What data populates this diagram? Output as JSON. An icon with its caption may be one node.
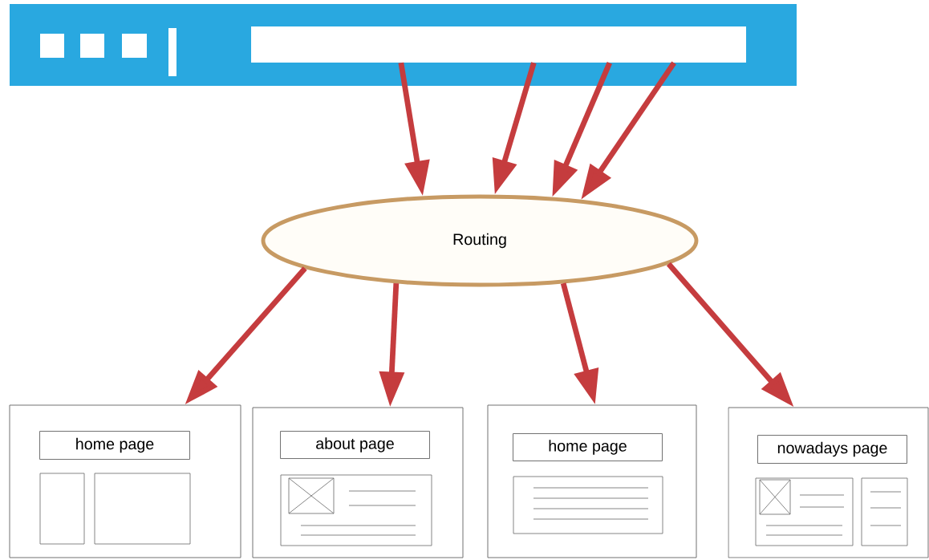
{
  "diagram": {
    "nodes": [
      {
        "text": [],
        "shape": "box"
      },
      {
        "text": [
          "Routing"
        ]
      },
      {
        "text": [],
        "shape": "box"
      },
      {
        "text": [
          "home page"
        ],
        "in": 2
      },
      {
        "text": [],
        "shape": "box"
      },
      {
        "text": [
          "about page"
        ],
        "in": 4
      },
      {
        "text": [],
        "shape": "box"
      },
      {
        "text": [
          "home page"
        ],
        "in": 6
      },
      {
        "text": [],
        "shape": "box"
      },
      {
        "text": [
          "nowadays page"
        ],
        "in": 8
      }
    ],
    "edges": [
      {
        "from": 0,
        "to": 1,
        "arrow": "to",
        "color": "#c53c3e"
      },
      {
        "from": 0,
        "to": 1,
        "arrow": "to",
        "color": "#c53c3e"
      },
      {
        "from": 0,
        "to": 1,
        "arrow": "to",
        "color": "#c53c3e"
      },
      {
        "from": 0,
        "to": 1,
        "arrow": "to",
        "color": "#c53c3e"
      },
      {
        "from": 1,
        "to": 2,
        "arrow": "to",
        "color": "#c53c3e"
      },
      {
        "from": 1,
        "to": 4,
        "arrow": "to",
        "color": "#c53c3e"
      },
      {
        "from": 1,
        "to": 6,
        "arrow": "to",
        "color": "#c53c3e"
      },
      {
        "from": 1,
        "to": 8,
        "arrow": "to",
        "color": "#c53c3e"
      }
    ]
  }
}
